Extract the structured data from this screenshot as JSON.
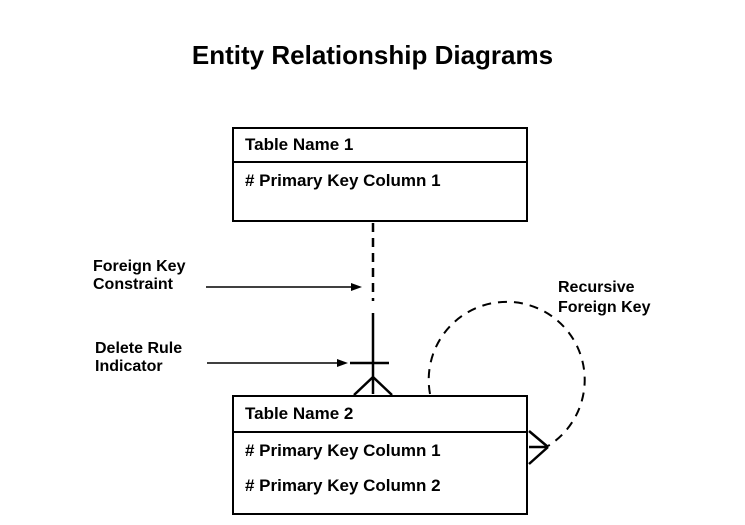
{
  "title": "Entity Relationship Diagrams",
  "tables": [
    {
      "name": "Table Name 1",
      "columns": [
        "# Primary Key Column 1"
      ]
    },
    {
      "name": "Table Name 2",
      "columns": [
        "# Primary Key Column 1",
        "# Primary Key Column 2"
      ]
    }
  ],
  "labels": {
    "foreign_key_constraint": "Foreign Key\nConstraint",
    "delete_rule_indicator": "Delete Rule\nIndicator",
    "recursive_foreign_key": "Recursive\nForeign Key"
  },
  "notation": {
    "relationship_line_optional_style": "dashed",
    "relationship_line_mandatory_style": "solid",
    "many_end_symbol": "crows-foot"
  },
  "colors": {
    "ink": "#000000",
    "background": "#ffffff"
  }
}
